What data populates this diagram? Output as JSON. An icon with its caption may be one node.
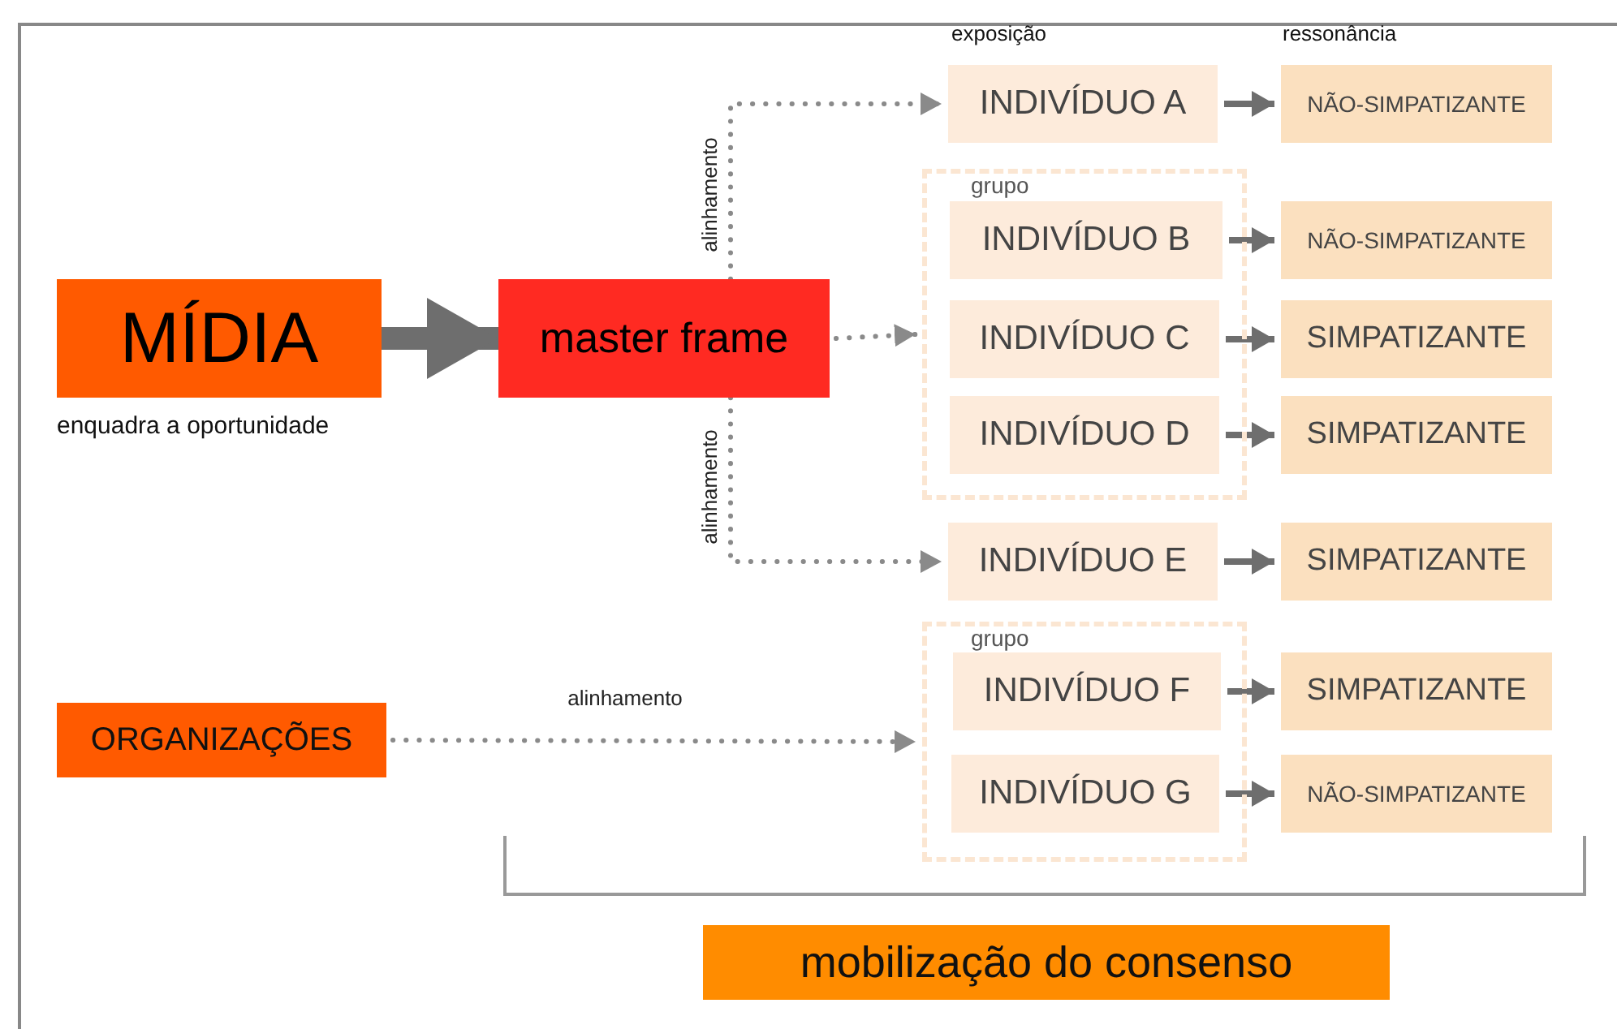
{
  "diagram": {
    "nodes": [
      {
        "text": [
          "MÍDIA"
        ],
        "beside": [
          "enquadra a oportunidade"
        ]
      },
      {
        "text": [
          "master frame"
        ]
      },
      {
        "text": [
          "INDIVÍDUO A"
        ]
      },
      {
        "text": [
          "NÃO-SIMPATIZANTE"
        ]
      },
      {
        "text": [
          "grupo"
        ]
      },
      {
        "text": [
          "INDIVÍDUO B"
        ],
        "in": 4
      },
      {
        "text": [
          "INDIVÍDUO C"
        ],
        "in": 4
      },
      {
        "text": [
          "INDIVÍDUO D"
        ],
        "in": 4
      },
      {
        "text": [
          "NÃO-SIMPATIZANTE"
        ]
      },
      {
        "text": [
          "SIMPATIZANTE"
        ]
      },
      {
        "text": [
          "SIMPATIZANTE"
        ]
      },
      {
        "text": [
          "INDIVÍDUO E"
        ]
      },
      {
        "text": [
          "SIMPATIZANTE"
        ]
      },
      {
        "text": [
          "ORGANIZAÇÕES"
        ]
      },
      {
        "text": [
          "grupo"
        ]
      },
      {
        "text": [
          "INDIVÍDUO F"
        ],
        "in": 14
      },
      {
        "text": [
          "INDIVÍDUO G"
        ],
        "in": 14
      },
      {
        "text": [
          "SIMPATIZANTE"
        ]
      },
      {
        "text": [
          "NÃO-SIMPATIZANTE"
        ]
      },
      {
        "text": [
          "mobilização do consenso"
        ]
      }
    ],
    "edges": [
      {
        "from": 0,
        "to": 1,
        "arrow": "to",
        "style": "thick"
      },
      {
        "from": 1,
        "to": 2,
        "arrow": "to",
        "style": "dashed",
        "label": "alinhamento"
      },
      {
        "from": 1,
        "to": 4,
        "arrow": "to",
        "style": "dashed"
      },
      {
        "from": 1,
        "to": 11,
        "arrow": "to",
        "style": "dashed",
        "label": "alinhamento"
      },
      {
        "from": 13,
        "to": 14,
        "arrow": "to",
        "style": "dashed",
        "label": "alinhamento"
      },
      {
        "from": 2,
        "to": 3,
        "arrow": "to"
      },
      {
        "from": 5,
        "to": 8,
        "arrow": "to"
      },
      {
        "from": 6,
        "to": 9,
        "arrow": "to"
      },
      {
        "from": 7,
        "to": 10,
        "arrow": "to"
      },
      {
        "from": 11,
        "to": 12,
        "arrow": "to"
      },
      {
        "from": 15,
        "to": 17,
        "arrow": "to"
      },
      {
        "from": 16,
        "to": 18,
        "arrow": "to"
      }
    ],
    "labels": [
      "exposição",
      "ressonância"
    ]
  }
}
